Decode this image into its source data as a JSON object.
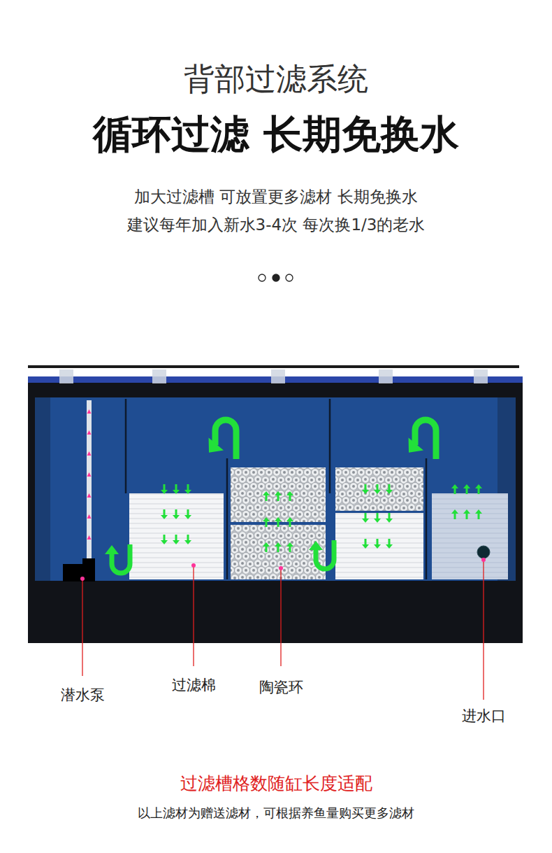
{
  "diagram": {
    "title": "背部过滤系统",
    "labels": [
      "循环过滤 长期免换水",
      "加大过滤槽 可放置更多滤材 长期免换水",
      "建议每年加入新水3-4次 每次换1/3的老水",
      "潜水泵",
      "过滤棉",
      "陶瓷环",
      "进水口",
      "过滤槽格数随缸长度适配",
      "以上滤材为赠送滤材，可根据养鱼量购买更多滤材"
    ]
  }
}
